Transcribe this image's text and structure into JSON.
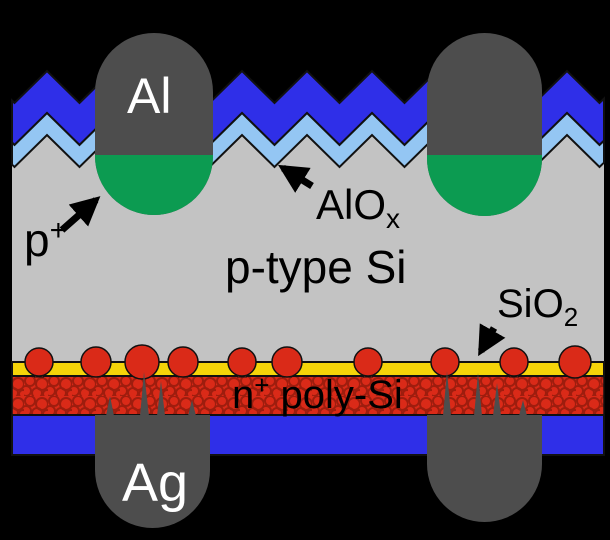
{
  "diagram": {
    "labels": {
      "al": "Al",
      "ag": "Ag",
      "p_plus": {
        "base": "p",
        "sup": "+"
      },
      "alox": {
        "base": "AlO",
        "sub": "x"
      },
      "p_type_si": "p-type Si",
      "sio2": {
        "base": "SiO",
        "sub": "2"
      },
      "n_poly_si": {
        "base": "n",
        "sup": "+",
        "rest": " poly-Si"
      }
    },
    "colors": {
      "background": "#000000",
      "silicon_body_gray": "#c3c3c3",
      "metal_contact_gray": "#4d4d4d",
      "arc_zigzag_blue": "#2f2fe8",
      "alox_light_blue": "#94c6f3",
      "p_plus_green": "#0c9b51",
      "n_poly_si_red": "#da2a18",
      "poly_grain_dark_red": "#9e1d0e",
      "sio2_yellow": "#f5d409",
      "rear_layer_blue": "#2f2fe8",
      "label_dark": "#000000",
      "label_light": "#ffffff"
    }
  }
}
